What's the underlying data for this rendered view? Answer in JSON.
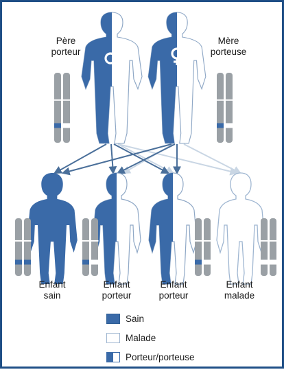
{
  "labels": {
    "father": [
      "Père",
      "porteur"
    ],
    "mother": [
      "Mère",
      "porteuse"
    ],
    "children": [
      [
        "Enfant",
        "sain"
      ],
      [
        "Enfant",
        "porteur"
      ],
      [
        "Enfant",
        "porteur"
      ],
      [
        "Enfant",
        "malade"
      ]
    ]
  },
  "legend": [
    {
      "key": "sain",
      "label": "Sain"
    },
    {
      "key": "malade",
      "label": "Malade"
    },
    {
      "key": "porteur",
      "label": "Porteur/porteuse"
    }
  ],
  "symbols": {
    "father": "male-symbol-icon",
    "mother": "female-symbol-icon"
  },
  "colors": {
    "healthy": "#3a6aa8",
    "affected_fill": "#ffffff",
    "affected_outline": "#9fb6d1",
    "chromosome": "#9aa0a5",
    "frame_border": "#1f4f86",
    "arrow": "#4a6f9a",
    "arrow_faded": "#c9d6e4"
  }
}
